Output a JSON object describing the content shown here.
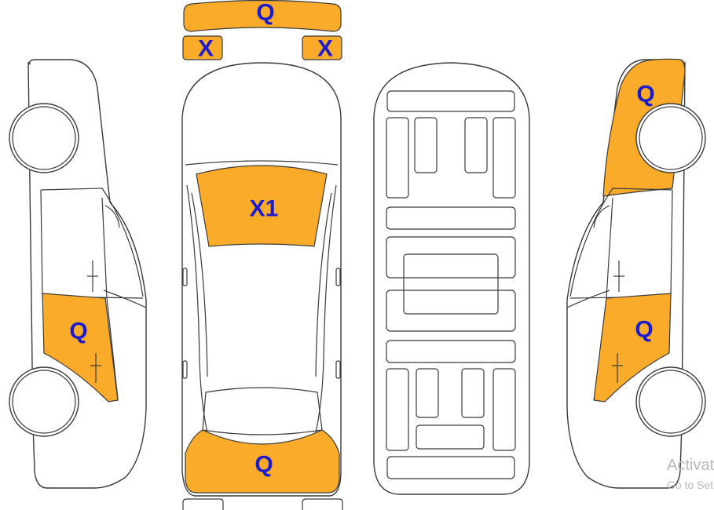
{
  "colors": {
    "damage_fill": "#FBAB2A",
    "label": "#1C1CCC",
    "outline": "#3A3A3A"
  },
  "damage_marks": {
    "front_bumper": "Q",
    "headlight_left": "X",
    "headlight_right": "X",
    "windshield": "X1",
    "rear_bumper": "Q",
    "left_rear_door": "Q",
    "right_front_fender": "Q",
    "right_rear_door": "Q"
  },
  "watermark": {
    "line1": "Activat",
    "line2": "Go to Set"
  }
}
